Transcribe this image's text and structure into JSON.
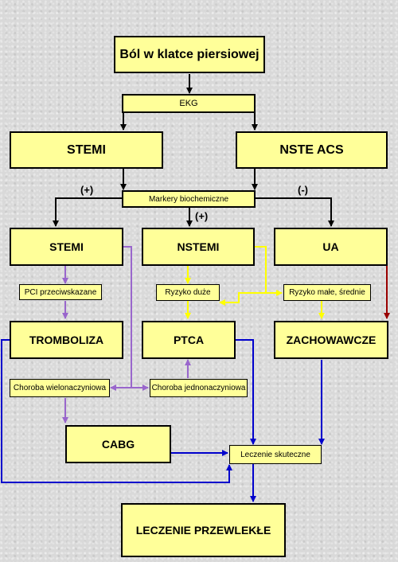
{
  "boxes": {
    "pain": "Ból w klatce piersiowej",
    "ekg": "EKG",
    "stemi_top": "STEMI",
    "nste_acs": "NSTE ACS",
    "markers": "Markery biochemiczne",
    "stemi": "STEMI",
    "nstemi": "NSTEMI",
    "ua": "UA",
    "pci_contra": "PCI przeciwskazane",
    "risk_high": "Ryzyko duże",
    "risk_low": "Ryzyko małe, średnie",
    "thrombolysis": "TROMBOLIZA",
    "ptca": "PTCA",
    "conservative": "ZACHOWAWCZE",
    "multivessel": "Choroba wielonaczyniowa",
    "singlevessel": "Choroba jednonaczyniowa",
    "cabg": "CABG",
    "effective": "Leczenie skuteczne",
    "chronic": "LECZENIE PRZEWLEKŁE"
  },
  "labels": {
    "plus_left": "(+)",
    "plus_center": "(+)",
    "minus": "(-)"
  },
  "colors": {
    "box_fill": "#ffff99",
    "black_arrows": "#000000",
    "purple_arrows": "#9966cc",
    "yellow_arrows": "#ffff00",
    "blue_arrows": "#0000cc",
    "red_arrows": "#990000"
  }
}
